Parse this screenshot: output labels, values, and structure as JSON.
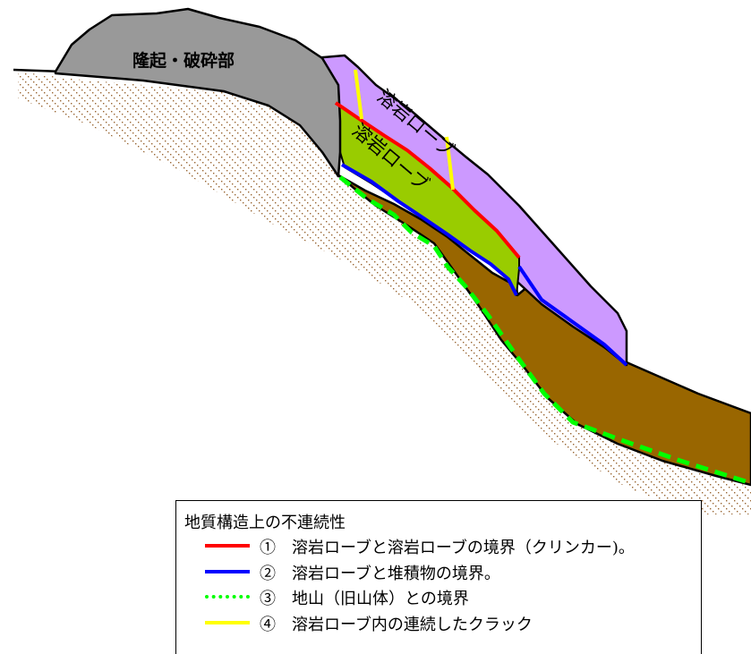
{
  "labels": {
    "uplift": "隆起・破砕部",
    "lava_upper": "溶岩ローブ",
    "lava_lower": "溶岩ローブ"
  },
  "legend": {
    "title": "地質構造上の不連続性",
    "items": [
      {
        "text": "①　溶岩ローブと溶岩ローブの境界（クリンカー)。",
        "color": "#ff0000",
        "style": "solid"
      },
      {
        "text": "②　溶岩ローブと堆積物の境界。",
        "color": "#0000ff",
        "style": "solid"
      },
      {
        "text": "③　地山（旧山体）との境界",
        "color": "#00ff00",
        "style": "dotted"
      },
      {
        "text": "④　溶岩ローブ内の連続したクラック",
        "color": "#ffff00",
        "style": "solid"
      }
    ]
  },
  "colors": {
    "uplift": "#999999",
    "lava_upper": "#cc99ff",
    "lava_lower": "#99cc00",
    "deposit": "#996600",
    "ground_hatch": "#996633"
  }
}
